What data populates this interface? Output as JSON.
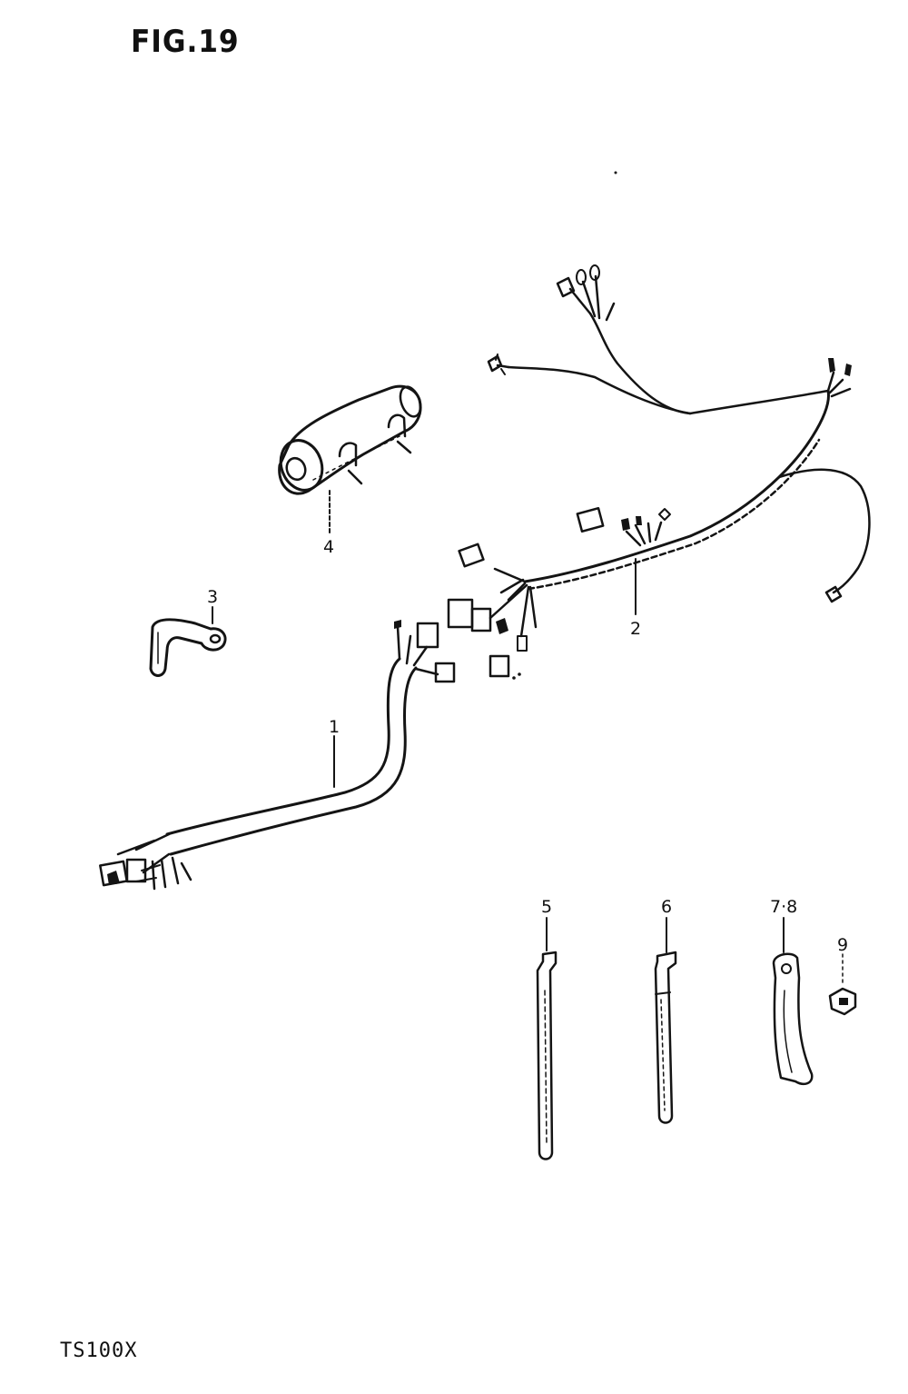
{
  "figure": {
    "title": "FIG.19",
    "model": "TS100X"
  },
  "callouts": {
    "c1": "1",
    "c2": "2",
    "c3": "3",
    "c4": "4",
    "c5": "5",
    "c6": "6",
    "c78": "7·8",
    "c9": "9"
  },
  "colors": {
    "ink": "#141414",
    "background": "#ffffff"
  }
}
